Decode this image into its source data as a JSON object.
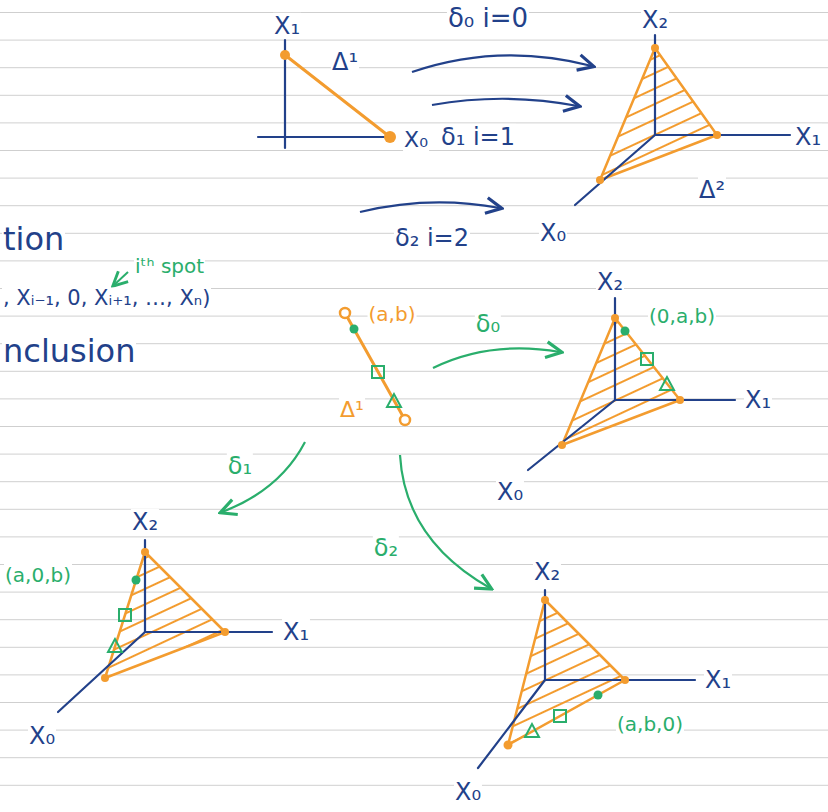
{
  "diagram": {
    "labels": [
      "X₁",
      "δ₀ i=0",
      "X₂",
      "Δ¹",
      "X₀",
      "δ₁ i=1",
      "X₁",
      "Δ²",
      "tion",
      "δ₂ i=2",
      "X₀",
      "iᵗʰ spot",
      "X₂",
      ", Xᵢ₋₁, 0, Xᵢ₊₁, …, Xₙ)",
      "(a,b)",
      "δ₀",
      "(0,a,b)",
      "nclusion",
      "X₁",
      "Δ¹",
      "δ₁",
      "X₀",
      "X₂",
      "δ₂",
      "(a,0,b)",
      "X₁",
      "X₂",
      "X₁",
      "(a,b,0)",
      "X₀",
      "X₀"
    ]
  }
}
